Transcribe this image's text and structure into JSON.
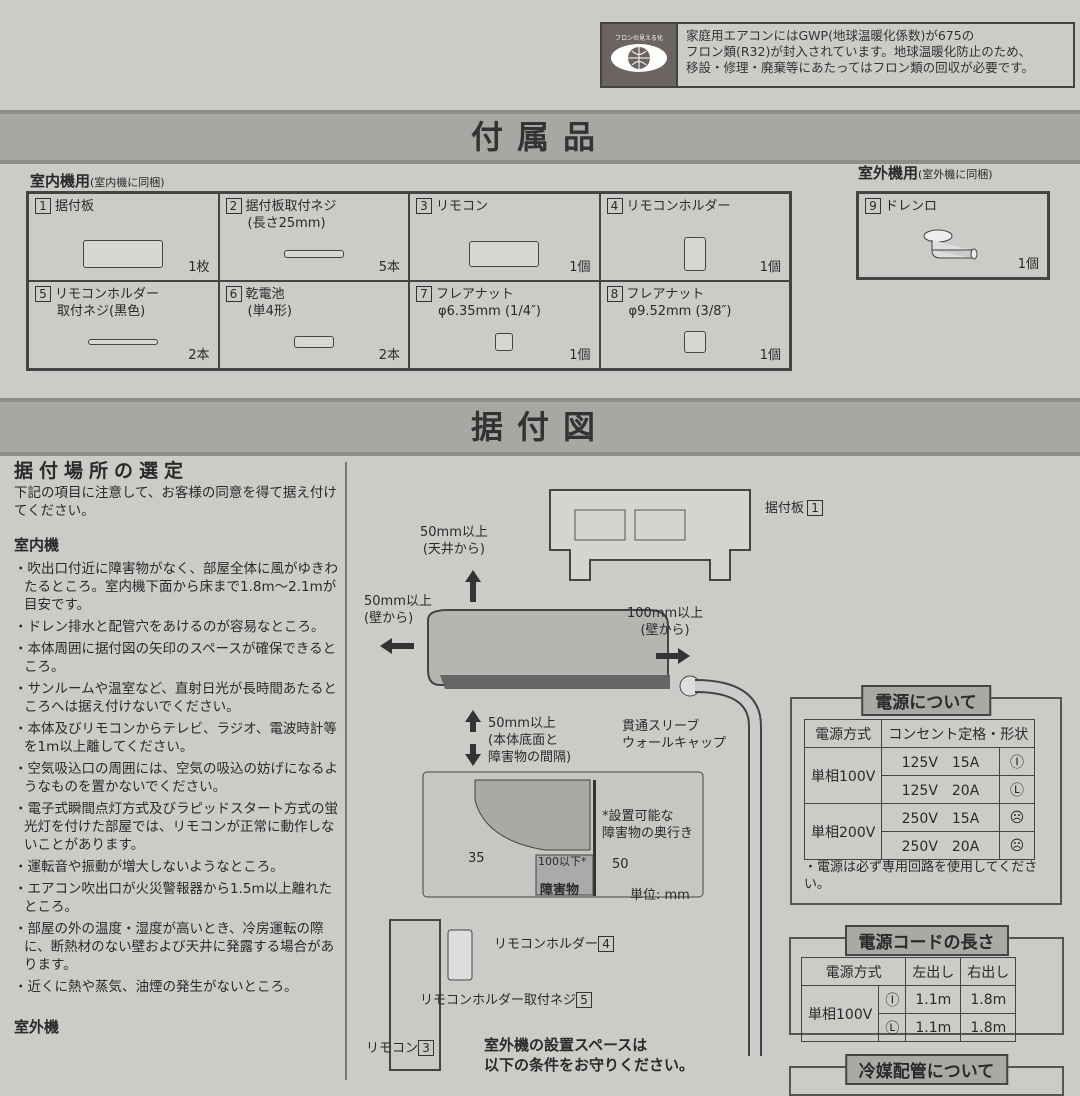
{
  "gwp_notice": {
    "logo_text": "フロンの見える化",
    "lines": [
      "家庭用エアコンにはGWP(地球温暖化係数)が675の",
      "フロン類(R32)が封入されています。地球温暖化防止のため、",
      "移設・修理・廃棄等にあたってはフロン類の回収が必要です。"
    ]
  },
  "accessories": {
    "title": "付属品",
    "indoor_label": "室内機用",
    "indoor_note": "(室内機に同梱)",
    "outdoor_label": "室外機用",
    "outdoor_note": "(室外機に同梱)",
    "items": [
      {
        "num": "1",
        "name": "据付板",
        "sub": "",
        "qty": "1枚"
      },
      {
        "num": "2",
        "name": "据付板取付ネジ",
        "sub": "(長さ25mm)",
        "qty": "5本"
      },
      {
        "num": "3",
        "name": "リモコン",
        "sub": "",
        "qty": "1個"
      },
      {
        "num": "4",
        "name": "リモコンホルダー",
        "sub": "",
        "qty": "1個"
      },
      {
        "num": "5",
        "name": "リモコンホルダー",
        "sub": "取付ネジ(黒色)",
        "qty": "2本"
      },
      {
        "num": "6",
        "name": "乾電池",
        "sub": "(単4形)",
        "qty": "2本"
      },
      {
        "num": "7",
        "name": "フレアナット",
        "sub": "φ6.35mm (1/4″)",
        "qty": "1個"
      },
      {
        "num": "8",
        "name": "フレアナット",
        "sub": "φ9.52mm (3/8″)",
        "qty": "1個"
      }
    ],
    "outdoor_items": [
      {
        "num": "9",
        "name": "ドレンロ",
        "qty": "1個"
      }
    ]
  },
  "installation": {
    "title": "据付図",
    "selection_title": "据付場所の選定",
    "intro": "下記の項目に注意して、お客様の同意を得て据え付けてください。",
    "indoor_heading": "室内機",
    "indoor_points": [
      "・吹出口付近に障害物がなく、部屋全体に風がゆきわたるところ。室内機下面から床まで1.8m〜2.1mが目安です。",
      "・ドレン排水と配管穴をあけるのが容易なところ。",
      "・本体周囲に据付図の矢印のスペースが確保できるところ。",
      "・サンルームや温室など、直射日光が長時間あたるところへは据え付けないでください。",
      "・本体及びリモコンからテレビ、ラジオ、電波時計等を1m以上離してください。",
      "・空気吸込口の周囲には、空気の吸込の妨げになるようなものを置かないでください。",
      "・電子式瞬間点灯方式及びラピッドスタート方式の蛍光灯を付けた部屋では、リモコンが正常に動作しないことがあります。",
      "・運転音や振動が増大しないようなところ。",
      "・エアコン吹出口が火災警報器から1.5m以上離れたところ。",
      "・部屋の外の温度・湿度が高いとき、冷房運転の際に、断熱材のない壁および天井に発露する場合があります。",
      "・近くに熱や蒸気、油煙の発生がないところ。"
    ],
    "outdoor_heading": "室外機",
    "diagram": {
      "plate_label": "据付板",
      "plate_num": "1",
      "top": [
        "50mm以上",
        "(天井から)"
      ],
      "left": [
        "50mm以上",
        "(壁から)"
      ],
      "right": [
        "100mm以上",
        "(壁から)"
      ],
      "bottom": [
        "50mm以上",
        "(本体底面と",
        "障害物の間隔)"
      ],
      "sleeve": [
        "貫通スリーブ",
        "ウォールキャップ"
      ],
      "detail_note": [
        "*設置可能な",
        "障害物の奥行き"
      ],
      "dim_35": "35",
      "dim_100": "100以下*",
      "dim_50": "50",
      "obstacle": "障害物",
      "unit": "単位: mm",
      "holder": "リモコンホルダー",
      "holder_num": "4",
      "holder_screw": "リモコンホルダー取付ネジ",
      "holder_screw_num": "5",
      "remote": "リモコン",
      "remote_num": "3",
      "outdoor_space": [
        "室外機の設置スペースは",
        "以下の条件をお守りください。"
      ]
    }
  },
  "power": {
    "title": "電源について",
    "headers": [
      "電源方式",
      "コンセント定格・形状"
    ],
    "rows": [
      {
        "type": "単相100V",
        "rating": "125V　15A"
      },
      {
        "type": "",
        "rating": "125V　20A"
      },
      {
        "type": "単相200V",
        "rating": "250V　15A"
      },
      {
        "type": "",
        "rating": "250V　20A"
      }
    ],
    "note": "・電源は必ず専用回路を使用してください。"
  },
  "cord": {
    "title": "電源コードの長さ",
    "headers": [
      "電源方式",
      "左出し",
      "右出し"
    ],
    "type": "単相100V",
    "rows": [
      {
        "left": "1.1m",
        "right": "1.8m"
      },
      {
        "left": "1.1m",
        "right": "1.8m"
      }
    ]
  },
  "refrigerant": {
    "title": "冷媒配管について"
  }
}
